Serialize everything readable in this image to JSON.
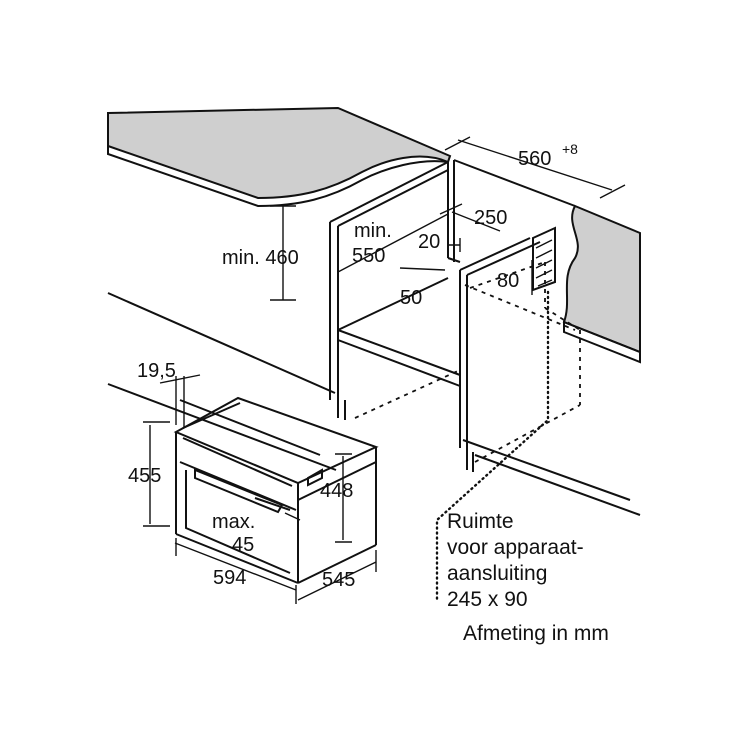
{
  "labels": {
    "width_niche": "560",
    "width_niche_tol": "+8",
    "depth_top": "250",
    "min_depth_label": "min.",
    "min_depth_value": "550",
    "gap_20": "20",
    "gap_80": "80",
    "gap_50": "50",
    "min_height": "min. 460",
    "panel_thickness": "19,5",
    "front_height": "455",
    "body_height": "448",
    "handle_label": "max.",
    "handle_value": "45",
    "front_width": "594",
    "body_depth": "545",
    "space_line1": "Ruimte",
    "space_line2": "voor apparaat-",
    "space_line3": "aansluiting",
    "space_line4": "245 x 90",
    "units_note": "Afmeting in mm"
  },
  "colors": {
    "countertop": "#cfcfcf",
    "line": "#111111"
  }
}
